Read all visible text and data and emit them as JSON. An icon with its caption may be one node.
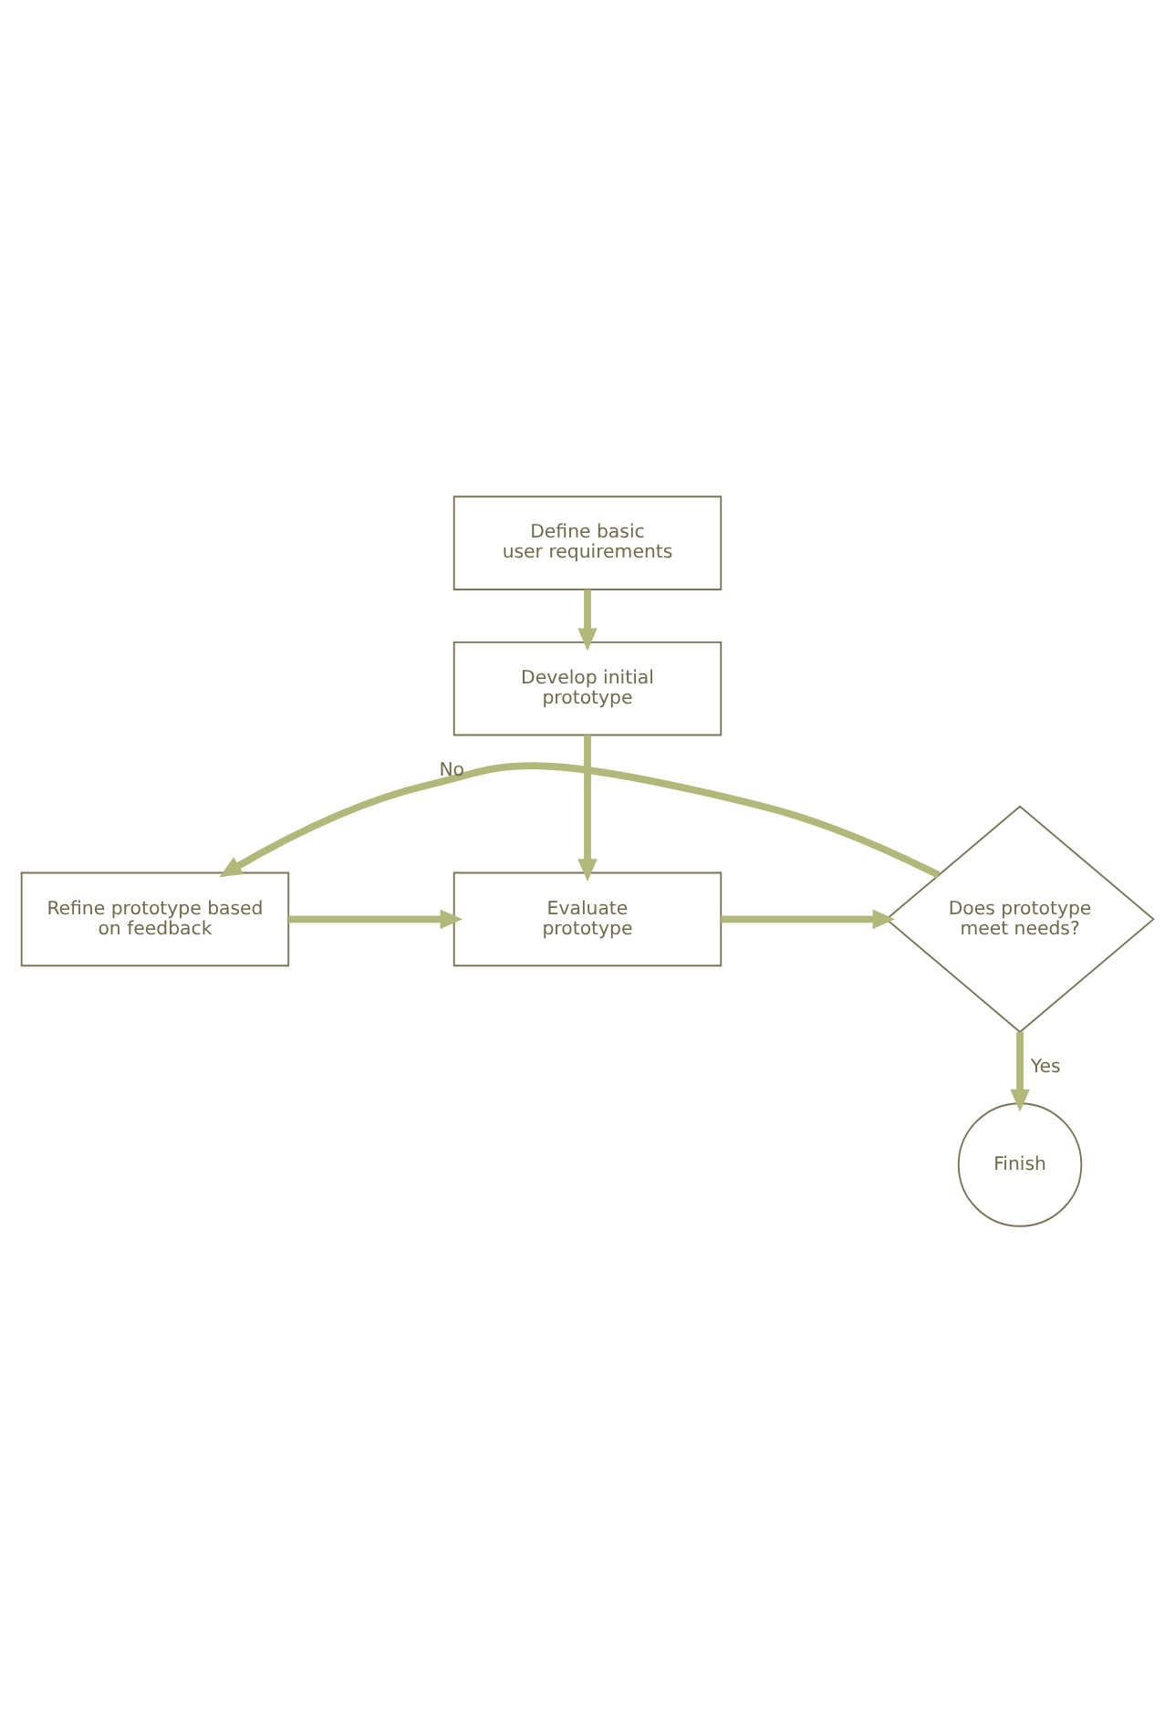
{
  "diagram": {
    "nodes": [
      {
        "text": [
          "Define basic user requirements"
        ]
      },
      {
        "text": [
          "Develop initial prototype"
        ]
      },
      {
        "text": [
          "Evaluate prototype"
        ]
      },
      {
        "text": [
          "Refine prototype based on feedback"
        ]
      },
      {
        "text": [
          "Does prototype meet needs?"
        ]
      },
      {
        "text": [
          "Finish"
        ]
      }
    ],
    "edges": [
      {
        "from": 0,
        "to": 1,
        "arrow": "to"
      },
      {
        "from": 1,
        "to": 2,
        "arrow": "to"
      },
      {
        "from": 2,
        "to": 4,
        "arrow": "to"
      },
      {
        "from": 4,
        "to": 3,
        "arrow": "to",
        "label": "No"
      },
      {
        "from": 3,
        "to": 2,
        "arrow": "to"
      },
      {
        "from": 4,
        "to": 5,
        "arrow": "to",
        "label": "Yes"
      }
    ]
  }
}
